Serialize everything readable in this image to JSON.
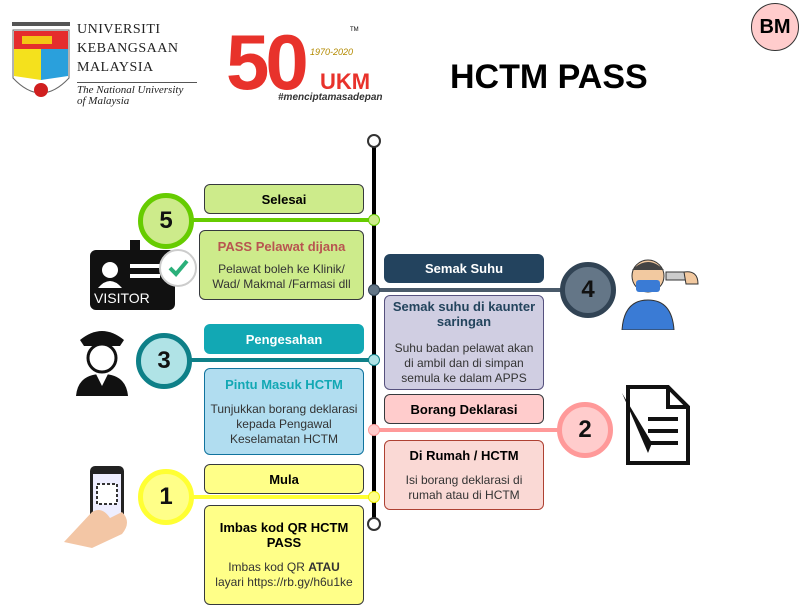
{
  "header": {
    "title": "HCTM PASS",
    "lang_badge": "BM",
    "ukm_logo": {
      "line1": "UNIVERSITI",
      "line2": "KEBANGSAAN",
      "line3": "MALAYSIA",
      "sub1": "The National University",
      "sub2": "of Malaysia"
    },
    "anniv_logo": {
      "years": "1970-2020",
      "brand": "UKM",
      "hashtag": "#menciptamasadepan",
      "number": "50",
      "tm": "TM"
    }
  },
  "steps": [
    {
      "n": "1",
      "label": "Mula",
      "title": "Imbas kod QR HCTM PASS",
      "desc_a": "Imbas kod QR ",
      "desc_bold": "ATAU",
      "desc_b": "layari https://rb.gy/h6u1ke",
      "color": "#ffff88"
    },
    {
      "n": "2",
      "label": "Borang Deklarasi",
      "title": "Di Rumah / HCTM",
      "desc": "Isi borang deklarasi di rumah atau di HCTM",
      "color": "#ffcccc"
    },
    {
      "n": "3",
      "label": "Pengesahan",
      "title": "Pintu Masuk HCTM",
      "desc": "Tunjukkan borang deklarasi kepada Pengawal Keselamatan HCTM",
      "color": "#12a8b4"
    },
    {
      "n": "4",
      "label": "Semak Suhu",
      "title": "Semak suhu di kaunter saringan",
      "desc": "Suhu badan pelawat akan di ambil dan di simpan semula ke dalam APPS",
      "color": "#23435e"
    },
    {
      "n": "5",
      "label": "Selesai",
      "title": "PASS Pelawat dijana",
      "desc": "Pelawat boleh ke Klinik/ Wad/ Makmal /Farmasi dll",
      "color": "#cdeb8b"
    }
  ],
  "visitor_badge": "VISITOR"
}
